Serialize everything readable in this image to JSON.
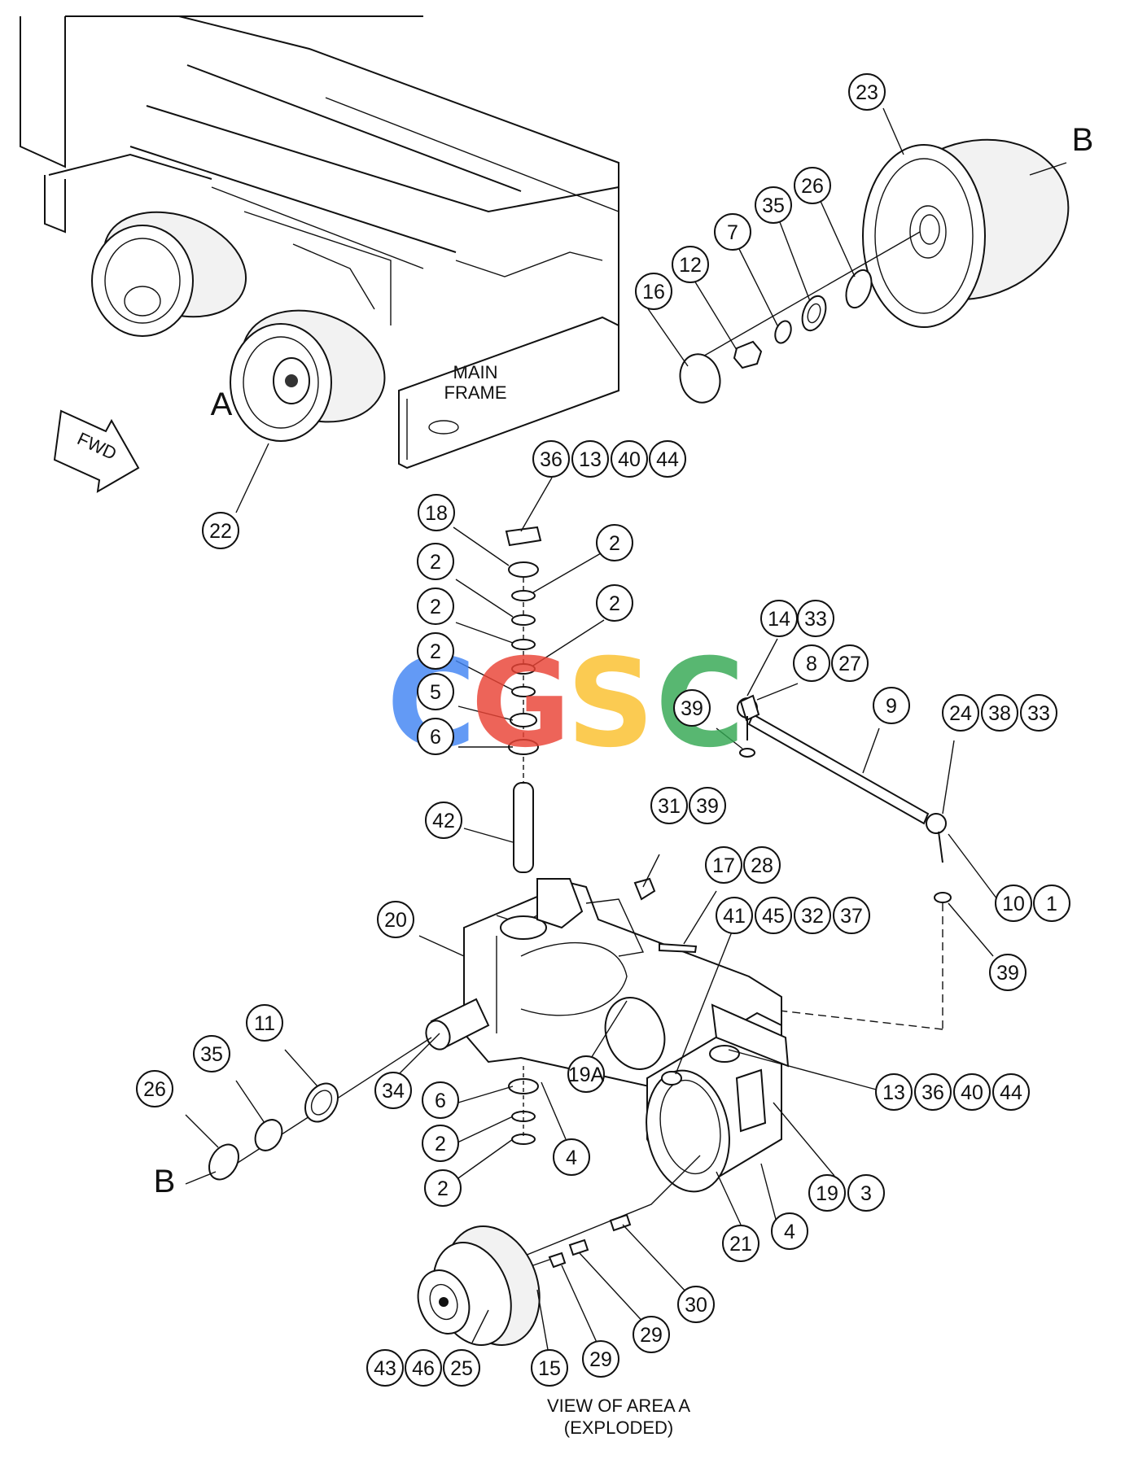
{
  "diagram": {
    "labels": {
      "area_a": "A",
      "area_b_top": "B",
      "area_b_bottom": "B",
      "main_frame_line1": "MAIN",
      "main_frame_line2": "FRAME",
      "fwd": "FWD",
      "view_line1": "VIEW OF AREA  A",
      "view_line2": "(EXPLODED)"
    },
    "watermark": {
      "letters": [
        "C",
        "G",
        "S",
        "C"
      ],
      "colors": [
        "#4285F4",
        "#EA4335",
        "#FBC02D",
        "#34A853"
      ]
    },
    "callouts": [
      "23",
      "26",
      "35",
      "7",
      "12",
      "16",
      "22",
      "36",
      "13",
      "40",
      "44",
      "18",
      "2",
      "2",
      "2",
      "2",
      "2",
      "5",
      "6",
      "42",
      "14",
      "33",
      "8",
      "27",
      "39",
      "9",
      "24",
      "38",
      "33",
      "31",
      "39",
      "17",
      "28",
      "41",
      "45",
      "32",
      "37",
      "10",
      "1",
      "39",
      "20",
      "11",
      "35",
      "26",
      "34",
      "19A",
      "6",
      "2",
      "2",
      "4",
      "13",
      "36",
      "40",
      "44",
      "21",
      "4",
      "19",
      "3",
      "30",
      "29",
      "29",
      "15",
      "43",
      "46",
      "25"
    ]
  }
}
